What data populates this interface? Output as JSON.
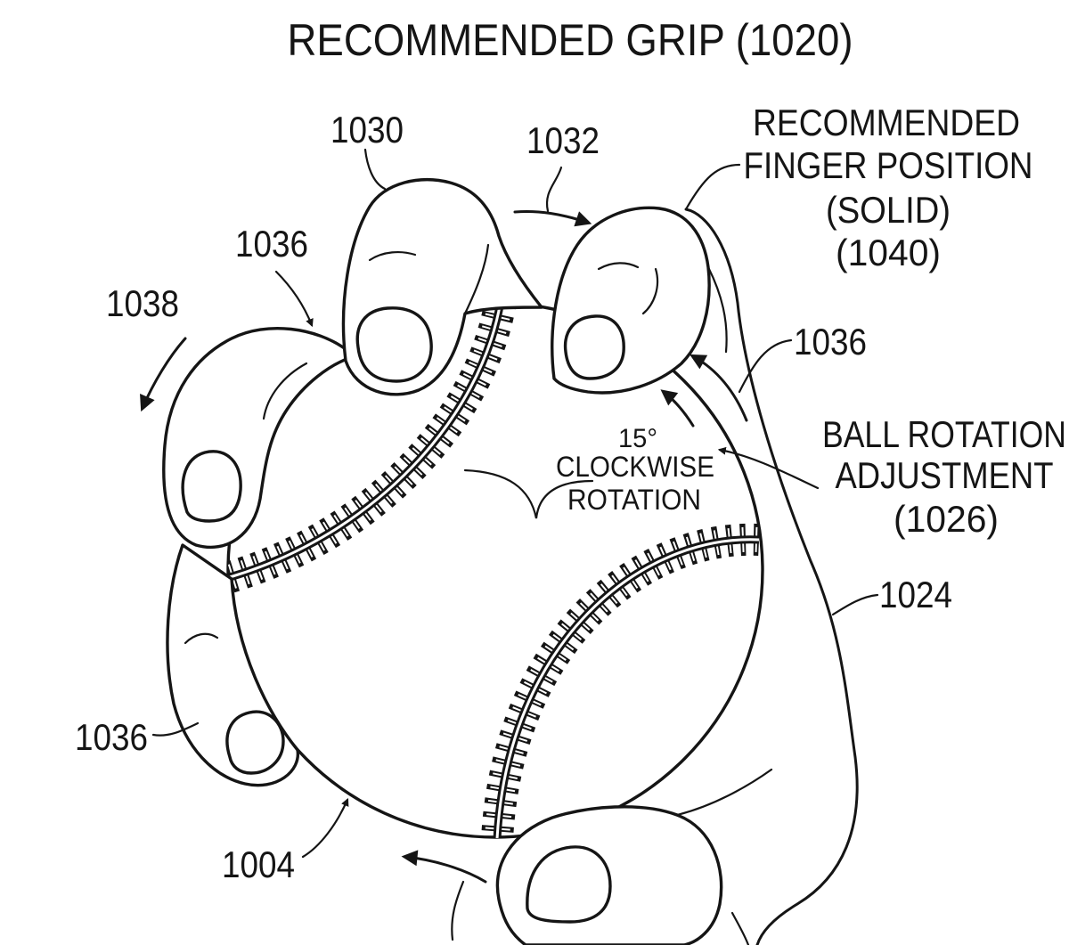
{
  "title": "RECOMMENDED GRIP (1020)",
  "labels": {
    "index_finger": "1030",
    "finger_movement": "1032",
    "finger_top_left": "1036",
    "finger_right": "1036",
    "finger_bottom_left": "1036",
    "left_rotation": "1038",
    "hand": "1024",
    "ball": "1004"
  },
  "recommended_finger_position": [
    "RECOMMENDED",
    "FINGER POSITION",
    "(SOLID)",
    "(1040)"
  ],
  "rotation_note": [
    "15°",
    "CLOCKWISE",
    "ROTATION"
  ],
  "ball_rotation_adjustment": [
    "BALL ROTATION",
    "ADJUSTMENT",
    "(1026)"
  ],
  "colors": {
    "ink": "#151515",
    "paper": "#ffffff"
  }
}
